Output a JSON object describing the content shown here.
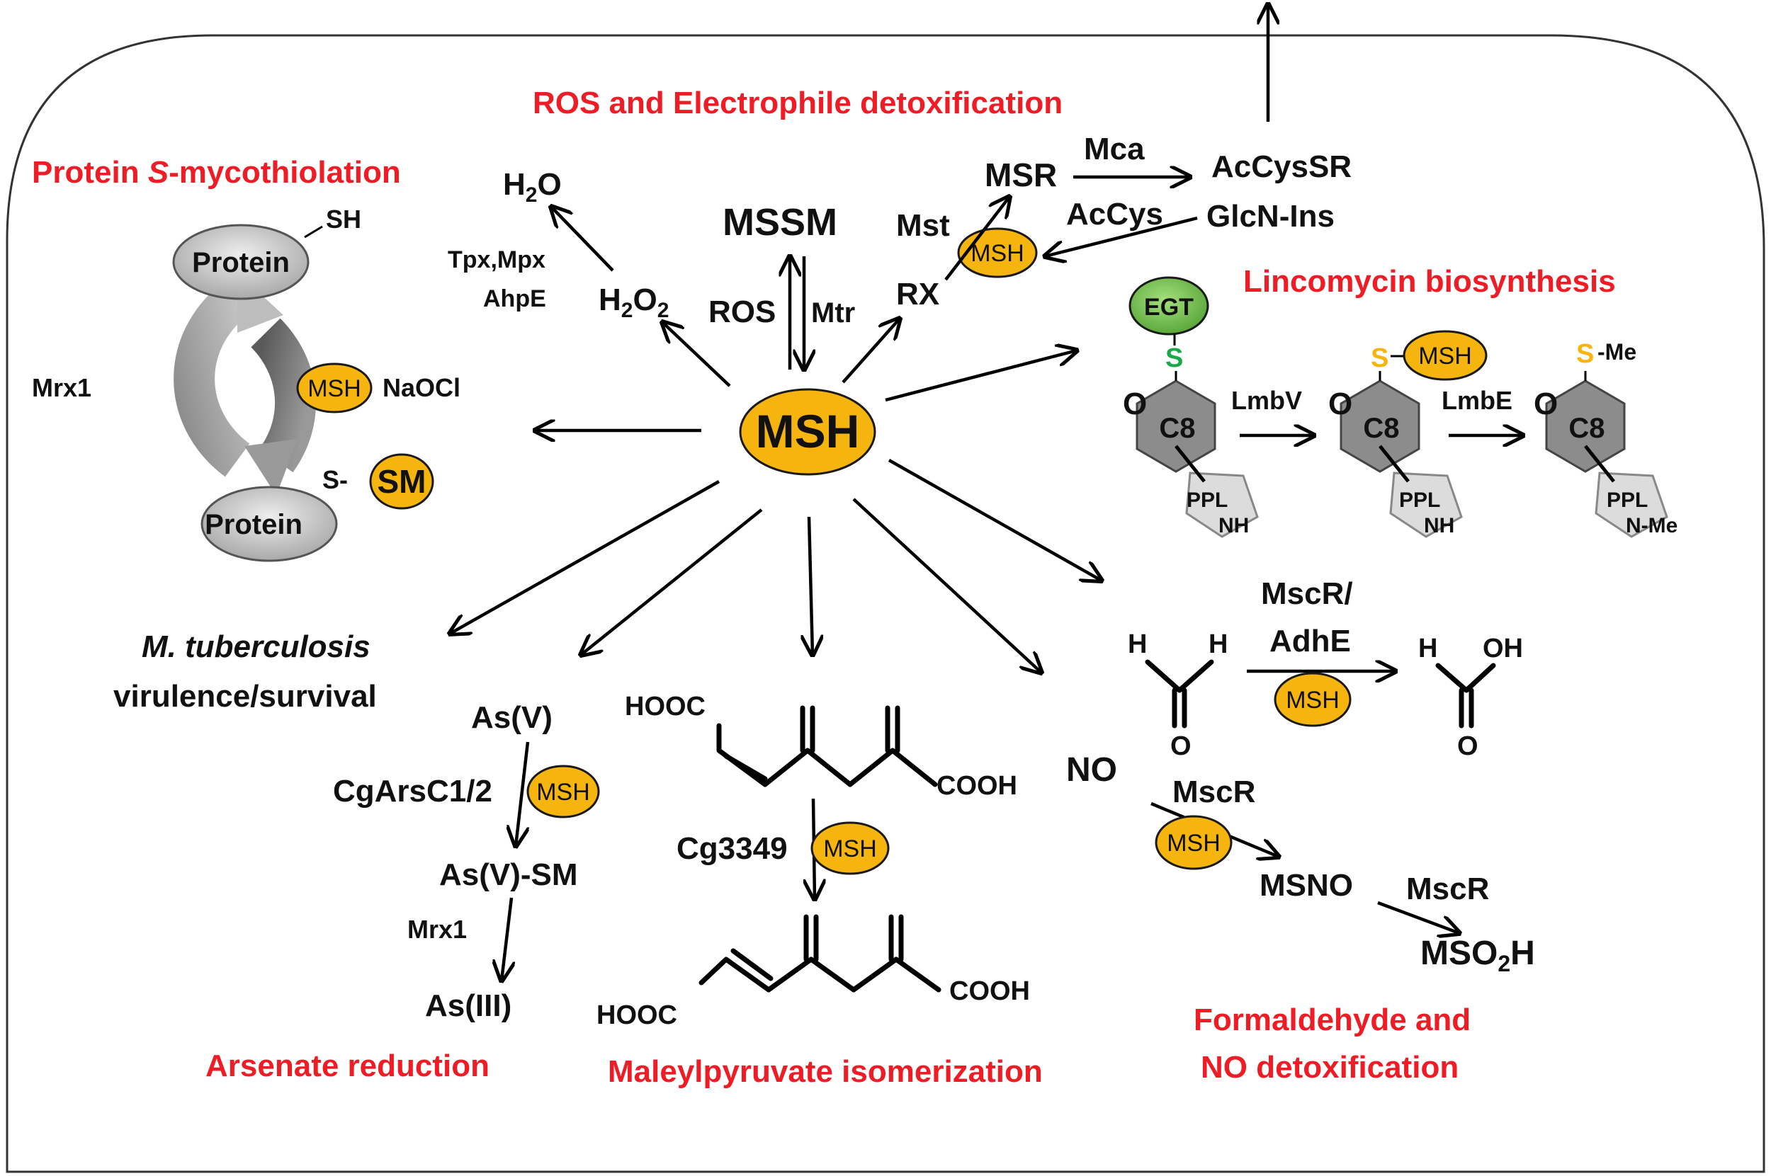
{
  "title": "",
  "center": "MSH",
  "sections": {
    "ros": "ROS and Electrophile detoxification",
    "protein": "Protein ",
    "protein_italic": "S",
    "protein_end": "-mycothiolation",
    "lincomycin": "Lincomycin biosynthesis",
    "arsenate": "Arsenate reduction",
    "maleyl": "Maleylpyruvate isomerization",
    "formaldehyde_1": "Formaldehyde and",
    "formaldehyde_2": "NO detoxification"
  },
  "protein_cycle": {
    "protein_top": "Protein",
    "sh": "SH",
    "protein_bottom": "Protein",
    "s_dash": "S-",
    "sm": "SM",
    "mrx1": "Mrx1",
    "naocl": "NaOCl",
    "msh": "MSH"
  },
  "ros_branch": {
    "h2o": "H₂O",
    "h2o2": "H₂O₂",
    "tpx": "Tpx,Mpx",
    "ahpe": "AhpE",
    "mssm": "MSSM",
    "ros": "ROS",
    "mtr": "Mtr",
    "rx": "RX",
    "mst": "Mst",
    "msh": "MSH",
    "msr": "MSR",
    "mca": "Mca",
    "accys": "AcCys",
    "accyssr": "AcCysSR",
    "glcn": "GlcN-Ins"
  },
  "lincomycin": {
    "egt": "EGT",
    "s": "S",
    "o": "O",
    "c8": "C8",
    "ppl": "PPL",
    "nh": "NH",
    "nme": "N-Me",
    "lmbv": "LmbV",
    "lmbe": "LmbE",
    "me": "-Me",
    "msh": "MSH"
  },
  "tb": {
    "italic": "M. tuberculosis",
    "plain": "virulence/survival"
  },
  "arsenate": {
    "asv": "As(V)",
    "cgars": "CgArsC1/2",
    "asvsm": "As(V)-SM",
    "mrx1": "Mrx1",
    "asiii": "As(III)",
    "msh": "MSH"
  },
  "maleyl": {
    "hooc_top": "HOOC",
    "cooh_top": "COOH",
    "cg3349": "Cg3349",
    "hooc_bottom": "HOOC",
    "cooh_bottom": "COOH",
    "msh": "MSH"
  },
  "formaldehyde": {
    "h1": "H",
    "h2": "H",
    "o1": "O",
    "mscr_adhe_1": "MscR/",
    "mscr_adhe_2": "AdhE",
    "h3": "H",
    "oh": "OH",
    "o2": "O",
    "no": "NO",
    "mscr1": "MscR",
    "msno": "MSNO",
    "mscr2": "MscR",
    "mso2h": "MSO₂H",
    "msh1": "MSH",
    "msh2": "MSH"
  },
  "colors": {
    "heading": "#ee1c25",
    "msh_fill": "#f5b50e",
    "egt_fill": "#78c850",
    "s_green": "#1aa84a",
    "s_gold": "#f5b50e",
    "hexagon": "#8c8c8c",
    "pentagon": "#dcdcdc",
    "protein_fill": "#c8c8c8"
  }
}
